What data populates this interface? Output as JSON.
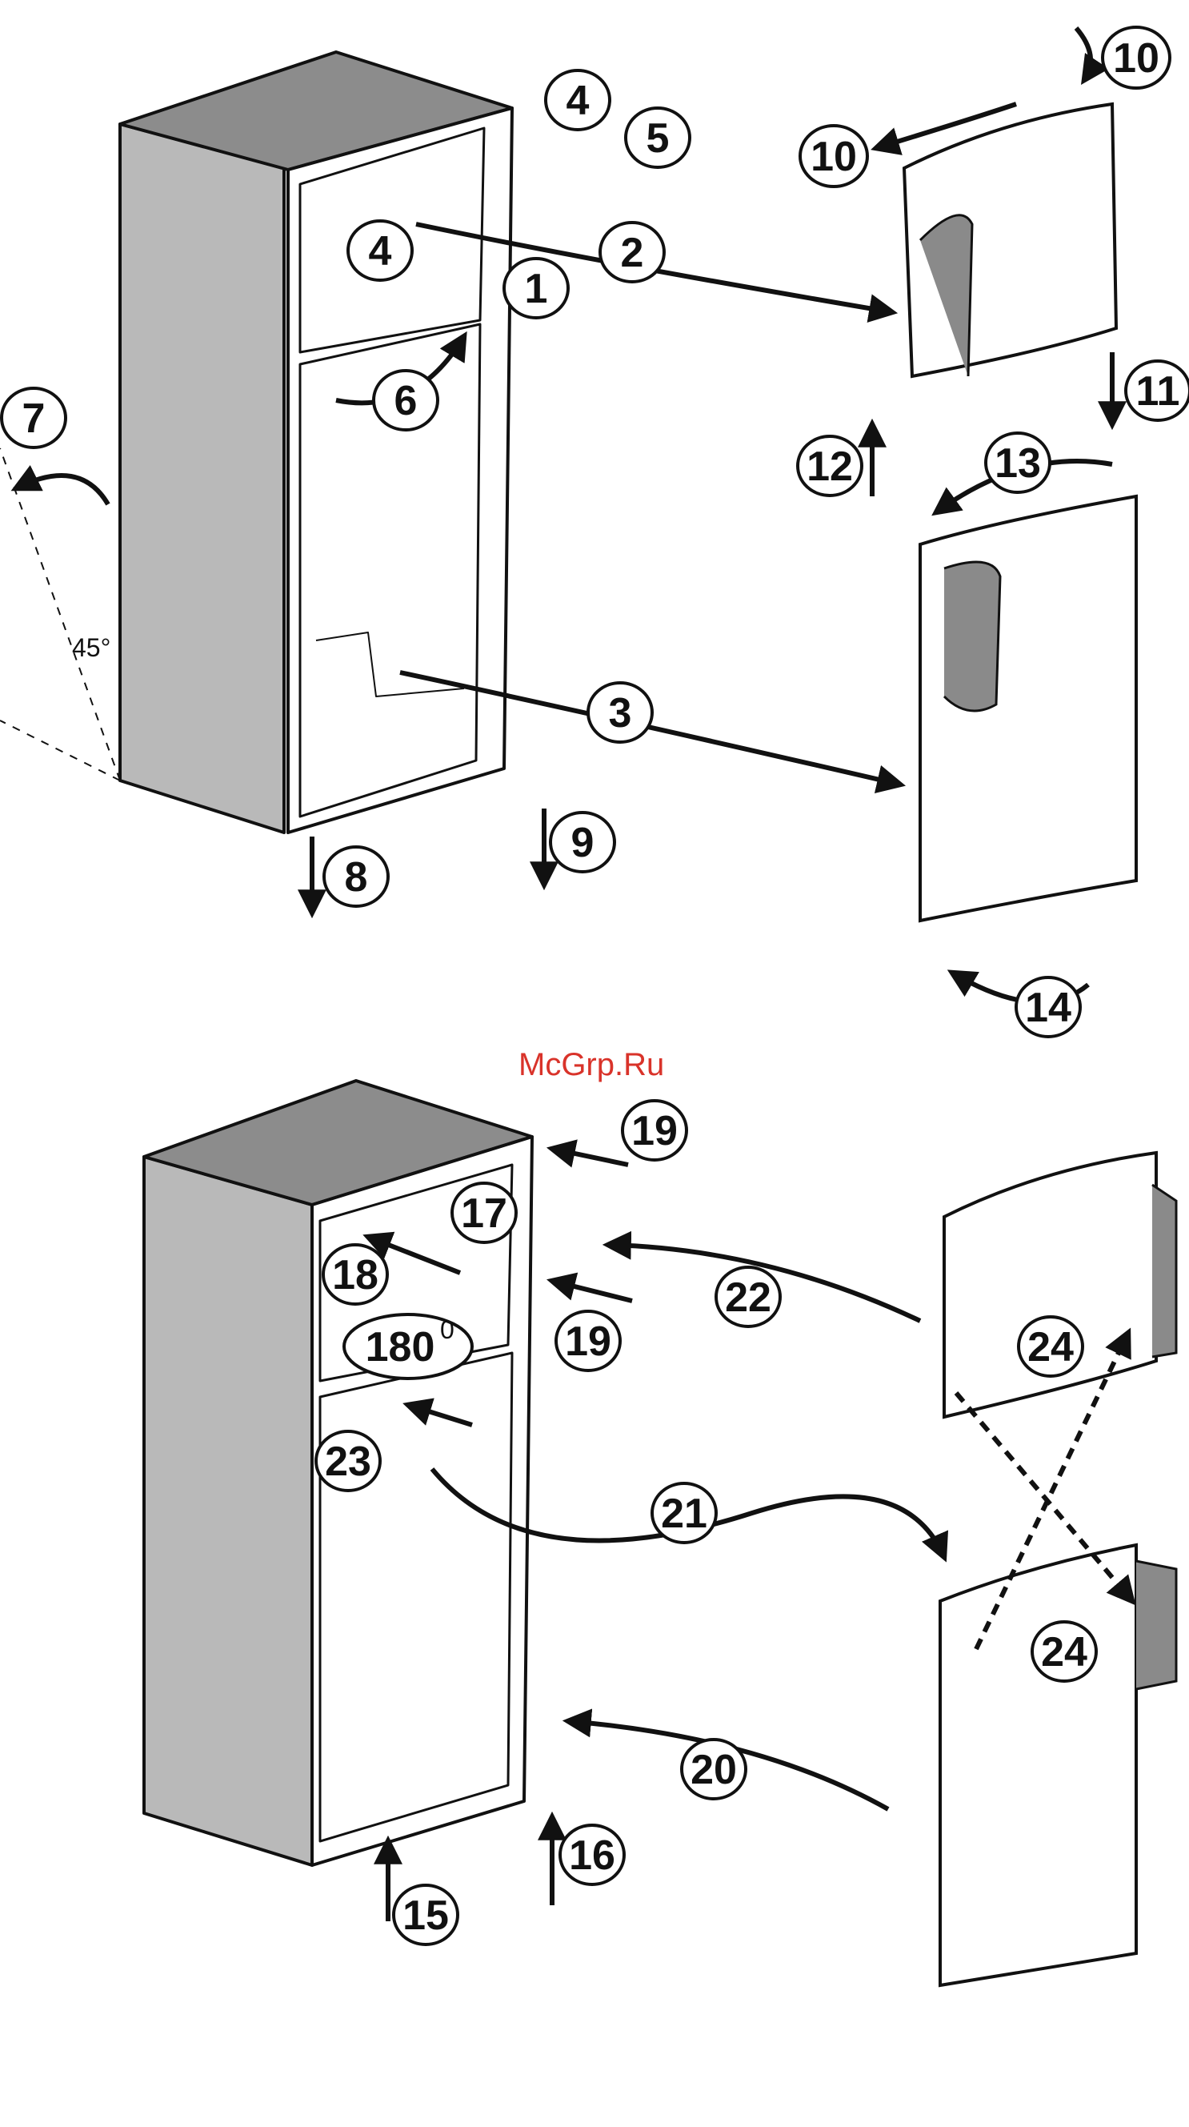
{
  "watermark": "McGrp.Ru",
  "angle_label": "45°",
  "rotation_label": "180",
  "rotation_unit": "0",
  "steps_top": {
    "s1": "1",
    "s2": "2",
    "s3": "3",
    "s4a": "4",
    "s4b": "4",
    "s5": "5",
    "s6": "6",
    "s7": "7",
    "s8": "8",
    "s9": "9",
    "s10a": "10",
    "s10b": "10",
    "s11": "11",
    "s12": "12",
    "s13": "13",
    "s14": "14"
  },
  "steps_bottom": {
    "s15": "15",
    "s16": "16",
    "s17": "17",
    "s18": "18",
    "s19a": "19",
    "s19b": "19",
    "s20": "20",
    "s21": "21",
    "s22": "22",
    "s23": "23",
    "s24a": "24",
    "s24b": "24"
  },
  "colors": {
    "line": "#111111",
    "cabinet_side": "#b9b9b9",
    "cabinet_top": "#8c8c8c",
    "watermark": "#d9332a"
  }
}
